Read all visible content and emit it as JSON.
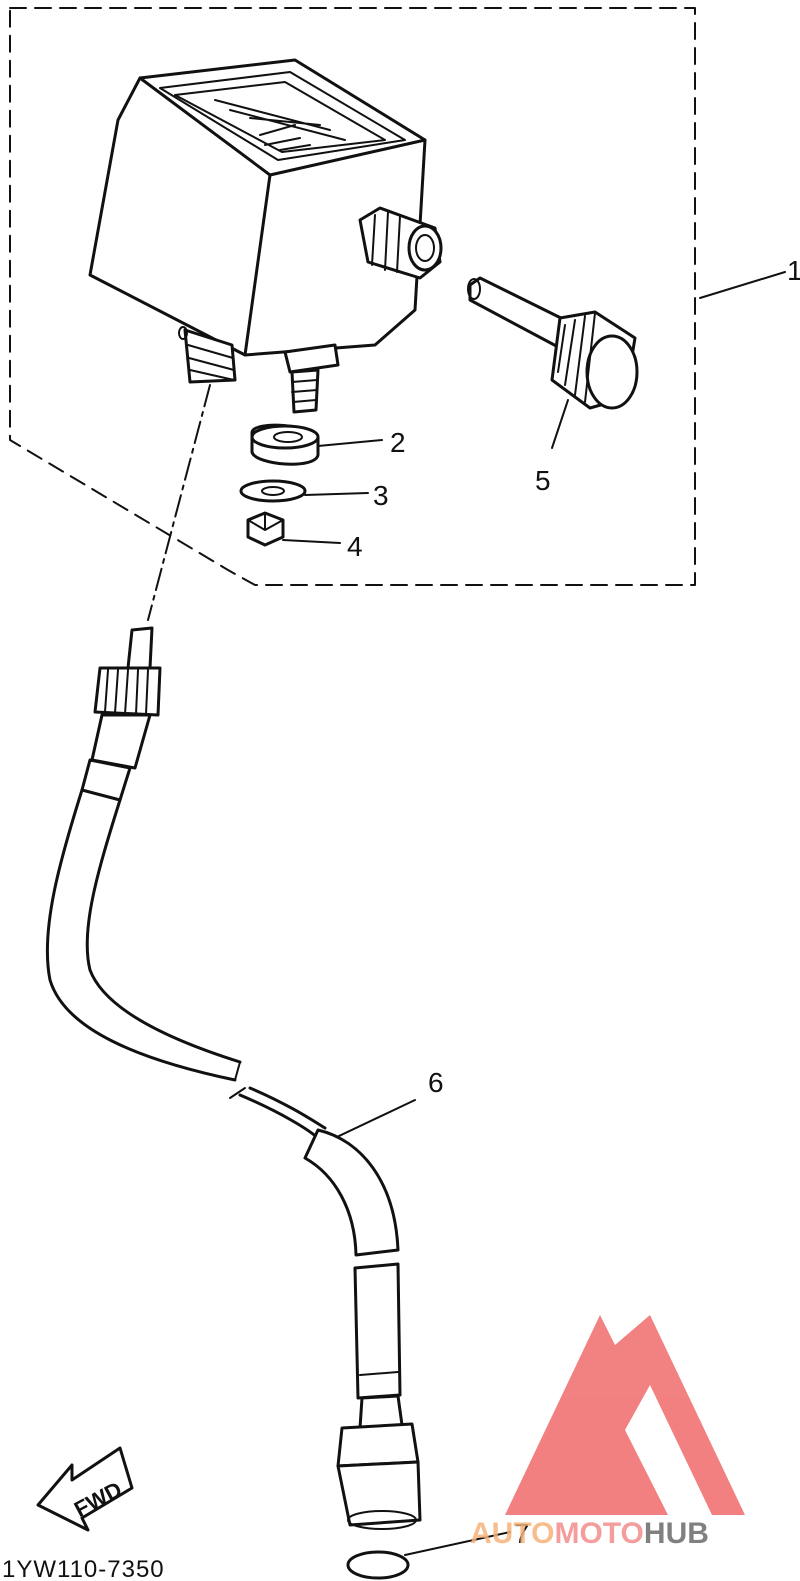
{
  "diagram": {
    "callouts": [
      {
        "id": "1",
        "label": "1"
      },
      {
        "id": "2",
        "label": "2"
      },
      {
        "id": "3",
        "label": "3"
      },
      {
        "id": "4",
        "label": "4"
      },
      {
        "id": "5",
        "label": "5"
      },
      {
        "id": "6",
        "label": "6"
      },
      {
        "id": "7",
        "label": "7"
      }
    ],
    "fwd_label": "FWD",
    "drawing_code": "1YW110-7350"
  },
  "watermark": {
    "part1": "AUTO",
    "part2": "MOTO",
    "part3": "HUB",
    "colors": {
      "auto": "#f7b27a",
      "moto": "#f28c8c",
      "hub": "#6b6b6b",
      "logo": "#f06b6b"
    }
  }
}
